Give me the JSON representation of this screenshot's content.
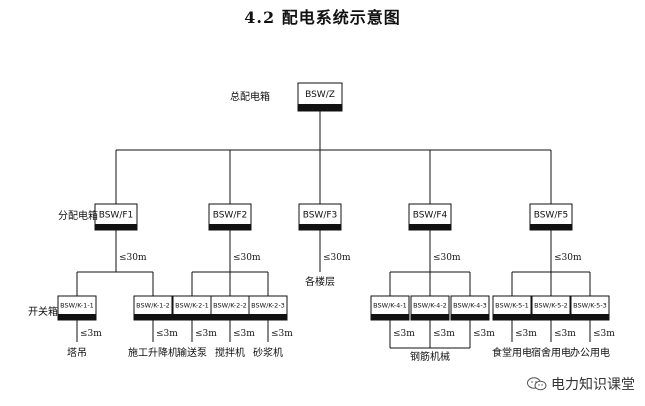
{
  "title": "4.2 配电系统示意图",
  "levels": {
    "main": "总配电箱",
    "distribution": "分配电箱",
    "switch": "开关箱"
  },
  "main_box": "BSW/Z",
  "dist_boxes": [
    "BSW/F1",
    "BSW/F2",
    "BSW/F3",
    "BSW/F4",
    "BSW/F5"
  ],
  "distances": {
    "d30": "≤30m",
    "d3": "≤3m"
  },
  "floor_label": "各楼层",
  "groups": [
    {
      "boxes": [
        "BSW/K-1-1",
        "BSW/K-1-2"
      ],
      "loads": [
        "塔吊",
        "施工升降机"
      ]
    },
    {
      "boxes": [
        "BSW/K-2-1",
        "BSW/K-2-2",
        "BSW/K-2-3"
      ],
      "loads": [
        "输送泵",
        "搅拌机",
        "砂浆机"
      ]
    },
    {
      "boxes": [
        "BSW/K-4-1",
        "BSW/K-4-2",
        "BSW/K-4-3"
      ],
      "loads": [
        "钢筋机械"
      ]
    },
    {
      "boxes": [
        "BSW/K-5-1",
        "BSW/K-5-2",
        "BSW/K-5-3"
      ],
      "loads": [
        "食堂用电",
        "宿舍用电",
        "办公用电"
      ]
    }
  ],
  "watermark": "电力知识课堂",
  "colors": {
    "box_stripe": "#111111",
    "line": "#111111"
  }
}
